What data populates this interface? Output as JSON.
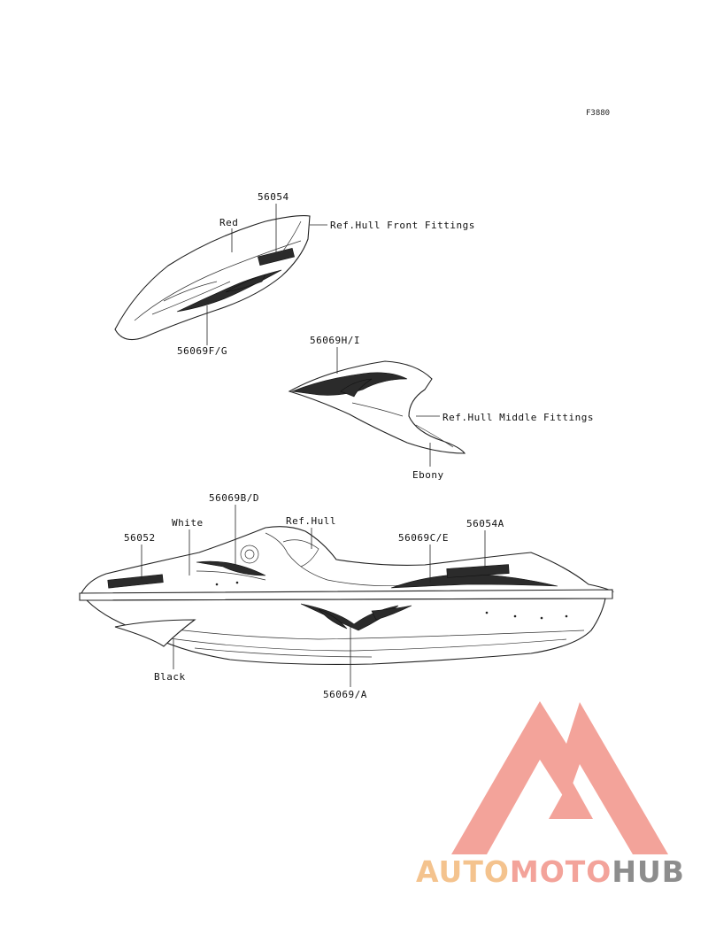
{
  "figure_code": "F3880",
  "labels": {
    "front_part": "56054",
    "front_color": "Red",
    "front_ref": "Ref.Hull Front Fittings",
    "front_sub": "56069F/G",
    "middle_part": "56069H/I",
    "middle_ref": "Ref.Hull Middle Fittings",
    "middle_color": "Ebony",
    "hull_b": "56069B/D",
    "hull_white": "White",
    "hull_ref": "Ref.Hull",
    "hull_52": "56052",
    "hull_c": "56069C/E",
    "hull_54a": "56054A",
    "hull_black": "Black",
    "hull_a": "56069/A"
  },
  "watermark": {
    "auto": "AUTO",
    "moto": "MOTO",
    "hub": "HUB",
    "colors": {
      "auto": "#f4c38e",
      "moto": "#f3a39a",
      "hub": "#8d8d8d",
      "logo": "#f3a39a"
    }
  }
}
